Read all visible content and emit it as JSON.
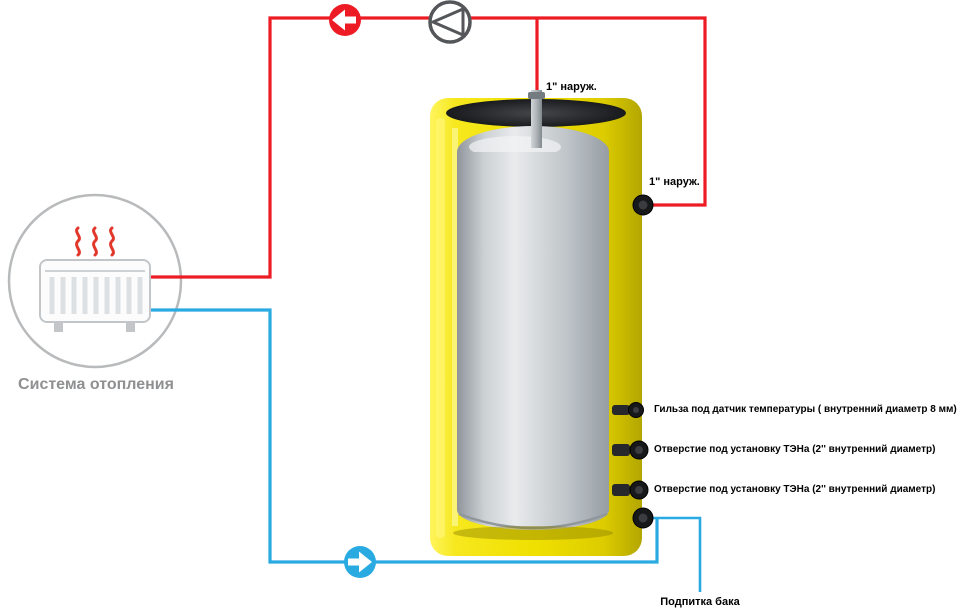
{
  "colors": {
    "supply": "#ed1c24",
    "return": "#29abe2",
    "insulation": "#f2e41c",
    "tank": "#c6cbcf",
    "system_label": "#8e9092"
  },
  "heating_system": {
    "label": "Система отопления"
  },
  "icons": {
    "pump": "pump-icon",
    "flow_left": "flow-left-arrow-icon",
    "flow_right": "flow-right-arrow-icon",
    "radiator": "radiator-icon",
    "heat_waves": "heat-waves-icon"
  },
  "tank": {
    "top_port_label": "1\" наруж.",
    "side_port_label": "1\" наруж.",
    "ports": [
      {
        "label": "Гильза под датчик температуры ( внутренний диаметр 8 мм)"
      },
      {
        "label": "Отверстие под установку ТЭНа (2'' внутренний диаметр)"
      },
      {
        "label": "Отверстие под установку ТЭНа (2'' внутренний диаметр)"
      }
    ],
    "makeup_label": "Подпитка бака"
  }
}
